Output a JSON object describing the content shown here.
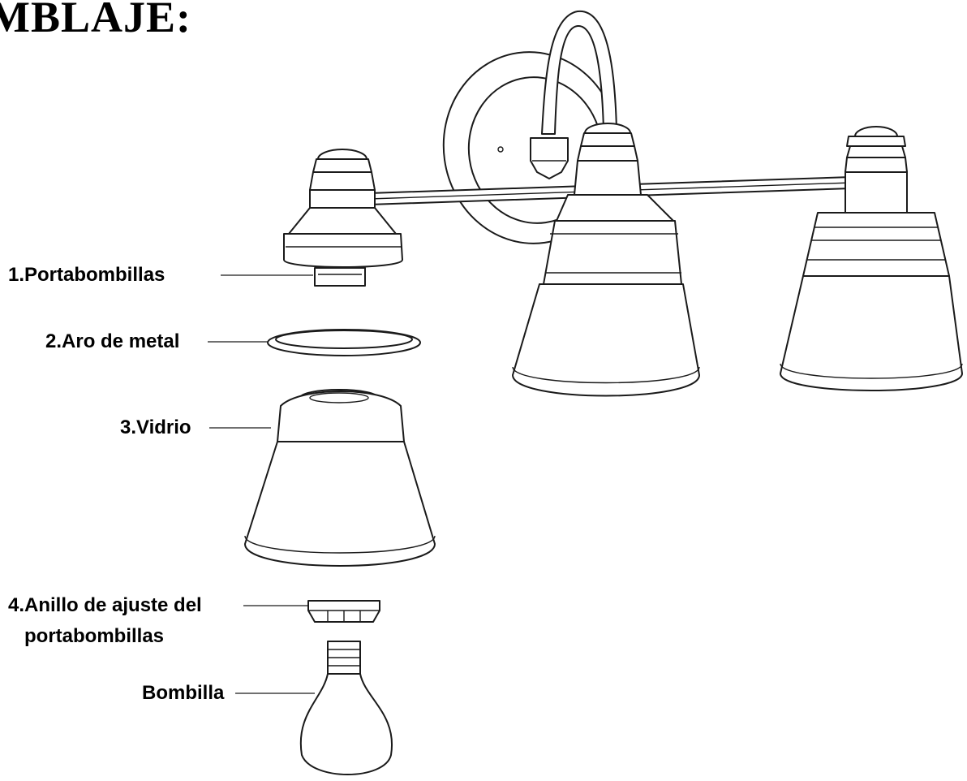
{
  "title": "MBLAJE:",
  "labels": {
    "portabombillas": "1.Portabombillas",
    "aro_de_metal": "2.Aro de metal",
    "vidrio": "3.Vidrio",
    "anillo_line1": "4.Anillo de ajuste del",
    "anillo_line2": "portabombillas",
    "bombilla": "Bombilla"
  }
}
